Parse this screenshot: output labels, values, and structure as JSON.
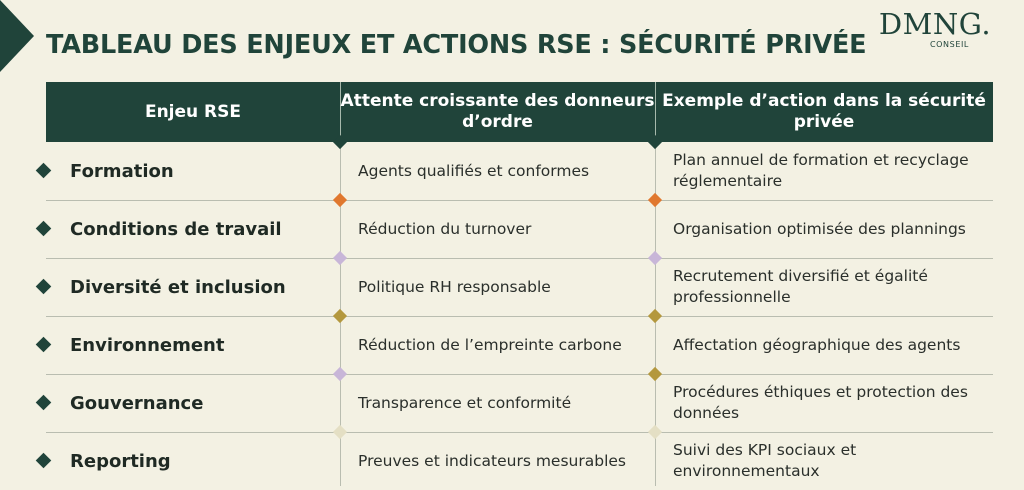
{
  "page": {
    "title": "TABLEAU DES ENJEUX ET ACTIONS RSE : SÉCURITÉ PRIVÉE"
  },
  "brand": {
    "name": "DMNG.",
    "subtitle": "CONSEIL"
  },
  "table": {
    "headers": [
      "Enjeu RSE",
      "Attente croissante des donneurs d’ordre",
      "Exemple d’action dans la sécurité privée"
    ],
    "rows": [
      {
        "enjeu": "Formation",
        "attente": "Agents qualifiés et conformes",
        "action": "Plan annuel de formation et recyclage réglementaire"
      },
      {
        "enjeu": "Conditions de travail",
        "attente": "Réduction du turnover",
        "action": "Organisation optimisée des plannings"
      },
      {
        "enjeu": "Diversité et inclusion",
        "attente": "Politique RH responsable",
        "action": "Recrutement diversifié et égalité professionnelle"
      },
      {
        "enjeu": "Environnement",
        "attente": "Réduction de l’empreinte carbone",
        "action": "Affectation géographique des agents"
      },
      {
        "enjeu": "Gouvernance",
        "attente": "Transparence et conformité",
        "action": "Procédures éthiques et protection des données"
      },
      {
        "enjeu": "Reporting",
        "attente": "Preuves et indicateurs mesurables",
        "action": "Suivi des KPI sociaux et environnementaux"
      }
    ]
  },
  "colors": {
    "primary": "#20443a",
    "background": "#f3f1e3",
    "divider_markers": [
      "#20443a",
      "#e0782f",
      "#c8b6d8",
      "#b4983e",
      "#c8b6d8",
      "#e4dfc4"
    ],
    "divider_markers_right": [
      "#20443a",
      "#e0782f",
      "#c8b6d8",
      "#b4983e",
      "#b4983e",
      "#e4dfc4"
    ]
  }
}
